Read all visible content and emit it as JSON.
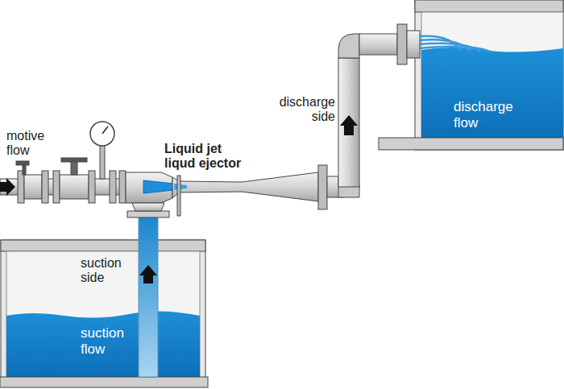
{
  "diagram": {
    "nodes": [
      {
        "text": [
          "suction flow"
        ]
      },
      {
        "text": [
          "discharge flow"
        ]
      }
    ],
    "labels": [
      "motive flow",
      "Liquid jet liqud ejector",
      "suction side",
      "discharge side"
    ]
  }
}
